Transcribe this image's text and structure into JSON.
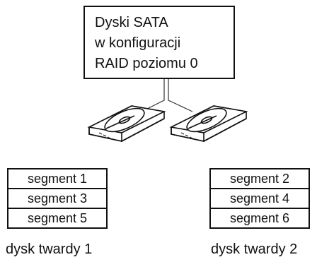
{
  "raid_box": {
    "lines": [
      "Dyski SATA",
      "w konfiguracji",
      "RAID poziomu 0"
    ]
  },
  "disks": [
    {
      "name": "dysk twardy 1",
      "segments": [
        "segment 1",
        "segment 3",
        "segment 5"
      ]
    },
    {
      "name": "dysk twardy 2",
      "segments": [
        "segment 2",
        "segment 4",
        "segment 6"
      ]
    }
  ],
  "icons": [
    "hard-drive-icon",
    "hard-drive-icon"
  ]
}
